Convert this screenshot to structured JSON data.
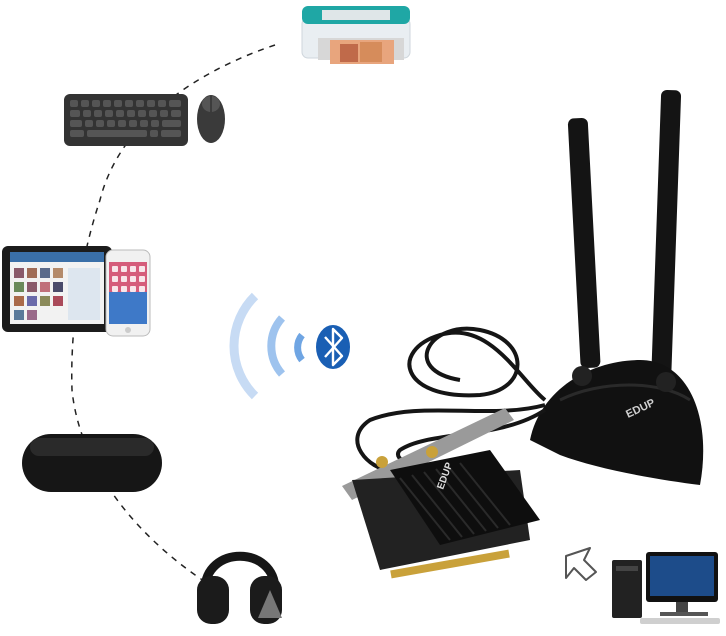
{
  "product": {
    "card_brand": "EDUP",
    "stand_brand": "EDUP"
  },
  "devices": {
    "printer": "printer",
    "keyboard": "keyboard",
    "mouse": "mouse",
    "tablet": "tablet",
    "phone": "phone",
    "speaker": "bluetooth-speaker",
    "headphones": "headphones",
    "desktop_pc": "desktop-computer"
  },
  "icons": {
    "signal": "bluetooth-signal-icon",
    "bluetooth": "bluetooth-icon",
    "arrow": "arrow-icon"
  },
  "colors": {
    "background": "#ffffff",
    "bluetooth_blue": "#1a5fb4",
    "signal_blue": "#9ec3ee",
    "hardware_black": "#111111"
  }
}
